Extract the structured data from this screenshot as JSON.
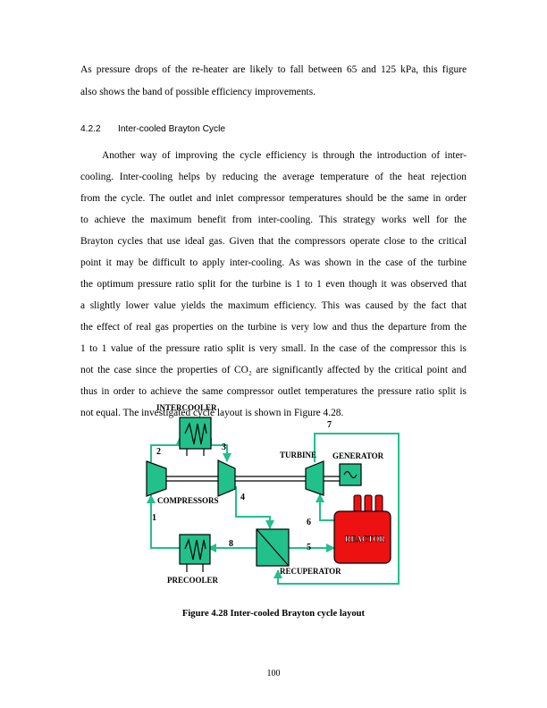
{
  "paragraph_intro": [
    "As pressure drops of the re-heater are likely to fall between 65 and 125 kPa, this figure",
    "also shows the band of possible efficiency improvements."
  ],
  "section": {
    "number": "4.2.2",
    "title": "Inter-cooled Brayton Cycle"
  },
  "paragraph_body": [
    "Another way of improving the cycle efficiency is through the introduction of inter-",
    "cooling.  Inter-cooling helps by reducing the average temperature of the heat rejection",
    "from the cycle.  The outlet and inlet compressor temperatures should be the same in order",
    "to achieve the maximum benefit from inter-cooling.  This strategy works well for the",
    "Brayton cycles that use ideal gas.  Given that the compressors operate close to the critical",
    "point it may be difficult to apply inter-cooling.  As was shown in the case of the turbine",
    "the optimum pressure ratio split for the turbine is 1 to 1 even though it was observed that",
    "a slightly lower value yields the maximum efficiency.  This was caused by the fact that",
    "the effect of real gas properties on the turbine is very low and thus the departure from the",
    "1 to 1 value of the pressure ratio split is very small.  In the case of the compressor this is",
    "not the case since the properties of CO₂ are significantly affected by the critical point and",
    "thus in order to achieve the same compressor outlet temperatures the pressure ratio split is",
    "not equal.  The investigated cycle layout is shown in Figure 4.28."
  ],
  "figure": {
    "labels": {
      "intercooler": "INTERCOOLER",
      "compressors": "COMPRESSORS",
      "turbine": "TURBINE",
      "generator": "GENERATOR",
      "reactor": "REACTOR",
      "recuperator": "RECUPERATOR",
      "precooler": "PRECOOLER"
    },
    "state_points": [
      "1",
      "2",
      "3",
      "4",
      "5",
      "6",
      "7",
      "8"
    ],
    "colors": {
      "component": "#22c08a",
      "reactor": "#ee1111",
      "outline": "#000000",
      "pipe": "#22c08a"
    },
    "caption": "Figure 4.28 Inter-cooled Brayton cycle layout"
  },
  "page_number": "100"
}
